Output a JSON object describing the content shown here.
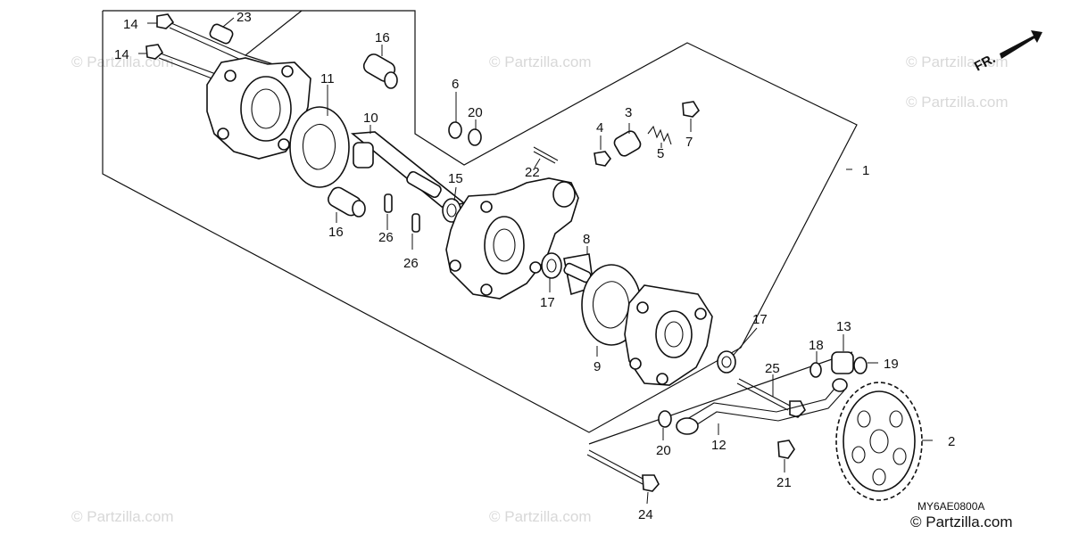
{
  "diagram": {
    "code": "MY6AE0800A",
    "direction_label": "FR.",
    "watermarks": [
      "© Partzilla.com",
      "© Partzilla.com",
      "© Partzilla.com",
      "© Partzilla.com",
      "© Partzilla.com",
      "© Partzilla.com"
    ],
    "corner_brand": "© Partzilla.com",
    "callouts": [
      {
        "num": "1"
      },
      {
        "num": "2"
      },
      {
        "num": "3"
      },
      {
        "num": "4"
      },
      {
        "num": "5"
      },
      {
        "num": "6"
      },
      {
        "num": "7"
      },
      {
        "num": "8"
      },
      {
        "num": "9"
      },
      {
        "num": "10"
      },
      {
        "num": "11"
      },
      {
        "num": "12"
      },
      {
        "num": "13"
      },
      {
        "num": "14"
      },
      {
        "num": "14"
      },
      {
        "num": "15"
      },
      {
        "num": "16"
      },
      {
        "num": "16"
      },
      {
        "num": "17"
      },
      {
        "num": "17"
      },
      {
        "num": "18"
      },
      {
        "num": "19"
      },
      {
        "num": "20"
      },
      {
        "num": "20"
      },
      {
        "num": "21"
      },
      {
        "num": "22"
      },
      {
        "num": "23"
      },
      {
        "num": "24"
      },
      {
        "num": "25"
      },
      {
        "num": "26"
      },
      {
        "num": "26"
      }
    ]
  }
}
